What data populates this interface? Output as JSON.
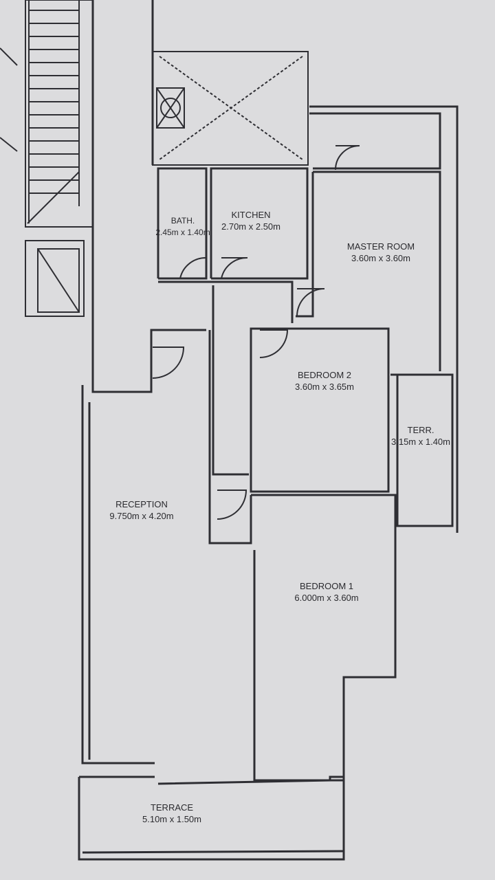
{
  "rooms": [
    {
      "name": "BATH.",
      "size": "2.45m x 1.40m"
    },
    {
      "name": "KITCHEN",
      "size": "2.70m x 2.50m"
    },
    {
      "name": "MASTER ROOM",
      "size": "3.60m x 3.60m"
    },
    {
      "name": "BEDROOM 2",
      "size": "3.60m x 3.65m"
    },
    {
      "name": "TERR.",
      "size": "3.15m x 1.40m"
    },
    {
      "name": "RECEPTION",
      "size": "9.750m x 4.20m"
    },
    {
      "name": "BEDROOM 1",
      "size": "6.000m x 3.60m"
    },
    {
      "name": "TERRACE",
      "size": "5.10m x 1.50m"
    }
  ],
  "colors": {
    "paper": "#dcdcde",
    "wall": "#2e2e33"
  }
}
